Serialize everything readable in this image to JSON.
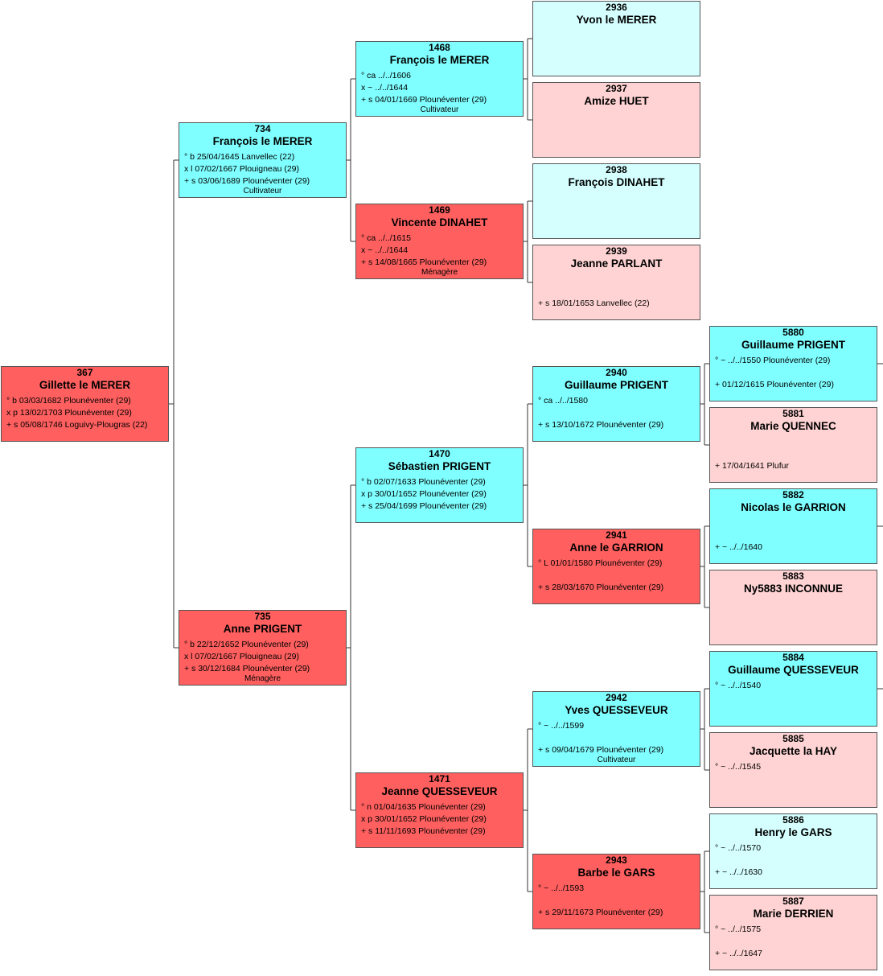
{
  "colors": {
    "male_ancestor": "#7fffff",
    "female_ancestor": "#ff5f5f",
    "male_outer": "#d5ffff",
    "female_outer": "#ffd3d3",
    "connector": "#333333"
  },
  "people": [
    {
      "num": "367",
      "name": "Gillette le MERER",
      "style": "f-dark",
      "e1": "° b 03/03/1682 Plounéventer (29)",
      "e2": "x p 13/02/1703 Plounéventer (29)",
      "e3": "+ s 05/08/1746 Loguivy-Plougras (22)",
      "occ": ""
    },
    {
      "num": "734",
      "name": "François le MERER",
      "style": "m-dark",
      "e1": "° b 25/04/1645 Lanvellec (22)",
      "e2": "x l 07/02/1667 Plouigneau (29)",
      "e3": "+ s 03/06/1689 Plounéventer (29)",
      "occ": "Cultivateur"
    },
    {
      "num": "735",
      "name": "Anne PRIGENT",
      "style": "f-dark",
      "e1": "° b 22/12/1652 Plounéventer (29)",
      "e2": "x l 07/02/1667 Plouigneau (29)",
      "e3": "+ s 30/12/1684 Plounéventer (29)",
      "occ": "Ménagère"
    },
    {
      "num": "1468",
      "name": "François le MERER",
      "style": "m-dark",
      "e1": "° ca ../../1606",
      "e2": "x ~ ../../1644",
      "e3": "+ s 04/01/1669 Plounéventer (29)",
      "occ": "Cultivateur"
    },
    {
      "num": "1469",
      "name": "Vincente DINAHET",
      "style": "f-dark",
      "e1": "° ca ../../1615",
      "e2": "x ~ ../../1644",
      "e3": "+ s 14/08/1665 Plounéventer (29)",
      "occ": "Ménagère"
    },
    {
      "num": "1470",
      "name": "Sébastien PRIGENT",
      "style": "m-dark",
      "e1": "° b 02/07/1633 Plounéventer (29)",
      "e2": "x p 30/01/1652 Plounéventer (29)",
      "e3": "+ s 25/04/1699 Plounéventer (29)",
      "occ": ""
    },
    {
      "num": "1471",
      "name": "Jeanne QUESSEVEUR",
      "style": "f-dark",
      "e1": "° n 01/04/1635 Plounéventer (29)",
      "e2": "x p 30/01/1652 Plounéventer (29)",
      "e3": "+ s 11/11/1693 Plounéventer (29)",
      "occ": ""
    },
    {
      "num": "2936",
      "name": "Yvon le MERER",
      "style": "m-light",
      "e1": "",
      "e2": "",
      "e3": "",
      "occ": ""
    },
    {
      "num": "2937",
      "name": "Amize HUET",
      "style": "f-light",
      "e1": "",
      "e2": "",
      "e3": "",
      "occ": ""
    },
    {
      "num": "2938",
      "name": "François DINAHET",
      "style": "m-light",
      "e1": "",
      "e2": "",
      "e3": "",
      "occ": ""
    },
    {
      "num": "2939",
      "name": "Jeanne PARLANT",
      "style": "f-light",
      "e1": "",
      "e2": "",
      "e3": "+ s 18/01/1653 Lanvellec (22)",
      "occ": ""
    },
    {
      "num": "2940",
      "name": "Guillaume PRIGENT",
      "style": "m-dark",
      "e1": "° ca ../../1580",
      "e2": "",
      "e3": "+ s 13/10/1672 Plounéventer (29)",
      "occ": ""
    },
    {
      "num": "2941",
      "name": "Anne le GARRION",
      "style": "f-dark",
      "e1": "° L 01/01/1580 Plounéventer (29)",
      "e2": "",
      "e3": "+ s 28/03/1670 Plounéventer (29)",
      "occ": ""
    },
    {
      "num": "2942",
      "name": "Yves QUESSEVEUR",
      "style": "m-dark",
      "e1": "° ~ ../../1599",
      "e2": "",
      "e3": "+ s 09/04/1679 Plounéventer (29)",
      "occ": "Cultivateur"
    },
    {
      "num": "2943",
      "name": "Barbe le GARS",
      "style": "f-dark",
      "e1": "° ~ ../../1593",
      "e2": "",
      "e3": "+ s 29/11/1673 Plounéventer (29)",
      "occ": ""
    },
    {
      "num": "5880",
      "name": "Guillaume PRIGENT",
      "style": "m-dark",
      "e1": "° ~ ../../1550 Plounéventer (29)",
      "e2": "",
      "e3": "+ 01/12/1615 Plounéventer (29)",
      "occ": ""
    },
    {
      "num": "5881",
      "name": "Marie QUENNEC",
      "style": "f-light",
      "e1": "",
      "e2": "",
      "e3": "+ 17/04/1641 Plufur",
      "occ": ""
    },
    {
      "num": "5882",
      "name": "Nicolas le GARRION",
      "style": "m-dark",
      "e1": "",
      "e2": "",
      "e3": "+ ~ ../../1640",
      "occ": ""
    },
    {
      "num": "5883",
      "name": "Ny5883 INCONNUE",
      "style": "f-light",
      "e1": "",
      "e2": "",
      "e3": "",
      "occ": ""
    },
    {
      "num": "5884",
      "name": "Guillaume QUESSEVEUR",
      "style": "m-dark",
      "e1": "° ~ ../../1540",
      "e2": "",
      "e3": "",
      "occ": ""
    },
    {
      "num": "5885",
      "name": "Jacquette la HAY",
      "style": "f-light",
      "e1": "° ~ ../../1545",
      "e2": "",
      "e3": "",
      "occ": ""
    },
    {
      "num": "5886",
      "name": "Henry le GARS",
      "style": "m-light",
      "e1": "° ~ ../../1570",
      "e2": "",
      "e3": "+ ~ ../../1630",
      "occ": ""
    },
    {
      "num": "5887",
      "name": "Marie DERRIEN",
      "style": "f-light",
      "e1": "° ~ ../../1575",
      "e2": "",
      "e3": "+ ~ ../../1647",
      "occ": ""
    }
  ]
}
